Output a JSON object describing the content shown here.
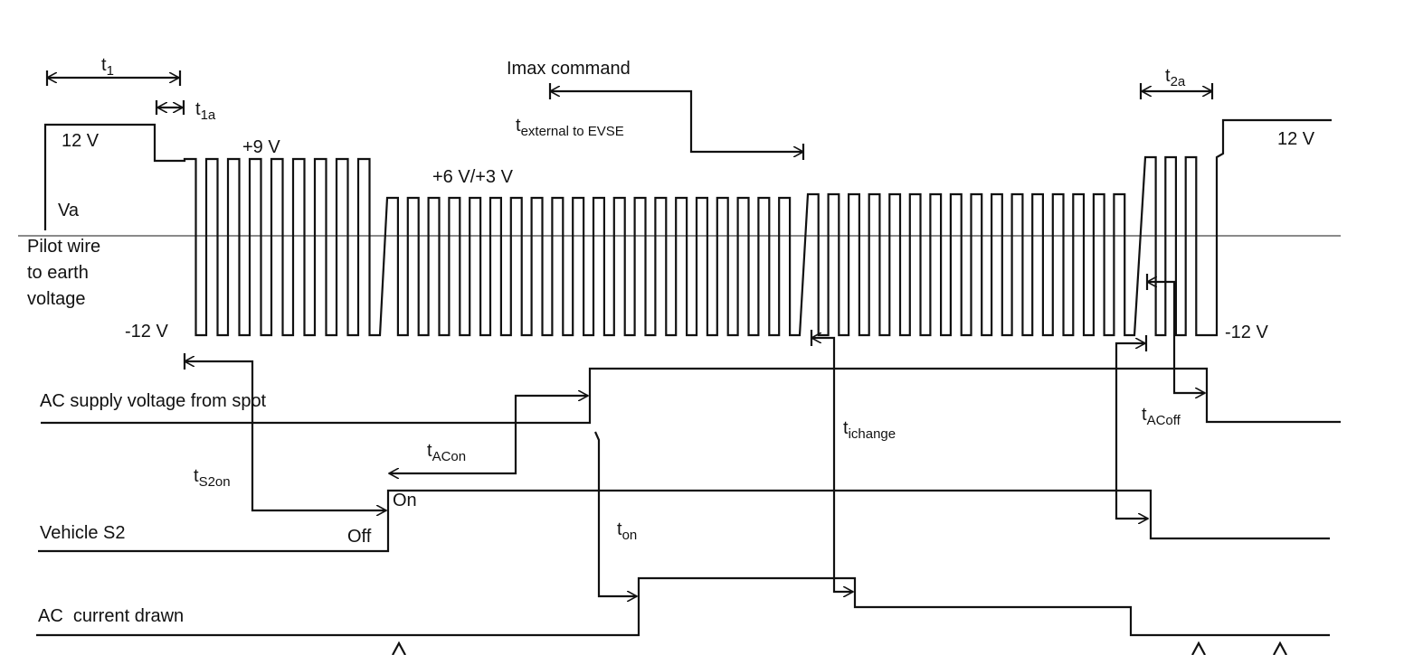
{
  "labels": {
    "t1": "t",
    "t1_sub": "1",
    "t1a": "t",
    "t1a_sub": "1a",
    "v12_left": "12 V",
    "v9": "+9 V",
    "v6_3": "+6 V/+3 V",
    "va": "Va",
    "pilot_line1": "Pilot wire",
    "pilot_line2": "to earth",
    "pilot_line3": "voltage",
    "vneg12_left": "-12 V",
    "imax_command": "Imax command",
    "t_ext": "t",
    "t_ext_sub": "external to EVSE",
    "t2a": "t",
    "t2a_sub": "2a",
    "v12_right": "12 V",
    "vneg12_right": "-12 V",
    "ac_supply": "AC supply voltage from spot",
    "t_acoff": "t",
    "t_acoff_sub": "ACoff",
    "t_ichange": "t",
    "t_ichange_sub": "ichange",
    "t_acon": "t",
    "t_acon_sub": "ACon",
    "t_s2on": "t",
    "t_s2on_sub": "S2on",
    "on": "On",
    "off": "Off",
    "vehicle_s2": "Vehicle S2",
    "t_on": "t",
    "t_on_sub": "on",
    "ac_current": "AC  current drawn"
  }
}
